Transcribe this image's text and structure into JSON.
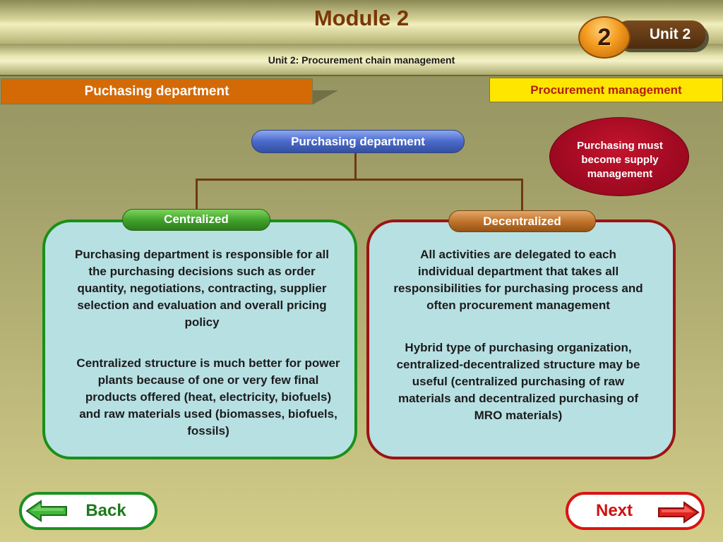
{
  "header": {
    "title": "Module 2",
    "subtitle": "Unit 2: Procurement chain management",
    "unit_number": "2",
    "unit_label": "Unit 2"
  },
  "tabs": {
    "left": "Puchasing department",
    "right": "Procurement management"
  },
  "diagram": {
    "root": "Purchasing department",
    "note": "Purchasing must become supply management",
    "left_branch": {
      "label": "Centralized",
      "paragraphs": [
        "Purchasing department is responsible for all the purchasing decisions such as order quantity, negotiations, contracting, supplier selection and evaluation and overall pricing policy",
        "Centralized structure is much better for power plants because of one or very few final products offered (heat, electricity, biofuels) and raw materials used (biomasses, biofuels, fossils)"
      ]
    },
    "right_branch": {
      "label": "Decentralized",
      "paragraphs": [
        "All activities are delegated to each individual department that takes all responsibilities for purchasing process and often procurement management",
        "Hybrid type of purchasing organization, centralized-decentralized structure may be useful (centralized purchasing of raw materials and decentralized purchasing of MRO materials)"
      ]
    }
  },
  "nav": {
    "back": "Back",
    "next": "Next"
  },
  "colors": {
    "title": "#7a3606",
    "tab_left": "#d46a05",
    "tab_right": "#ffe600",
    "root_node": "#4a6acc",
    "note": "#a10a22",
    "centralized": "#3f9f2a",
    "decentralized": "#bd7127",
    "panel_fill": "#b7e0e3",
    "back_border": "#1d9020",
    "next_border": "#d81414"
  },
  "icons": {
    "back": "arrow-left-icon",
    "next": "arrow-right-icon"
  }
}
